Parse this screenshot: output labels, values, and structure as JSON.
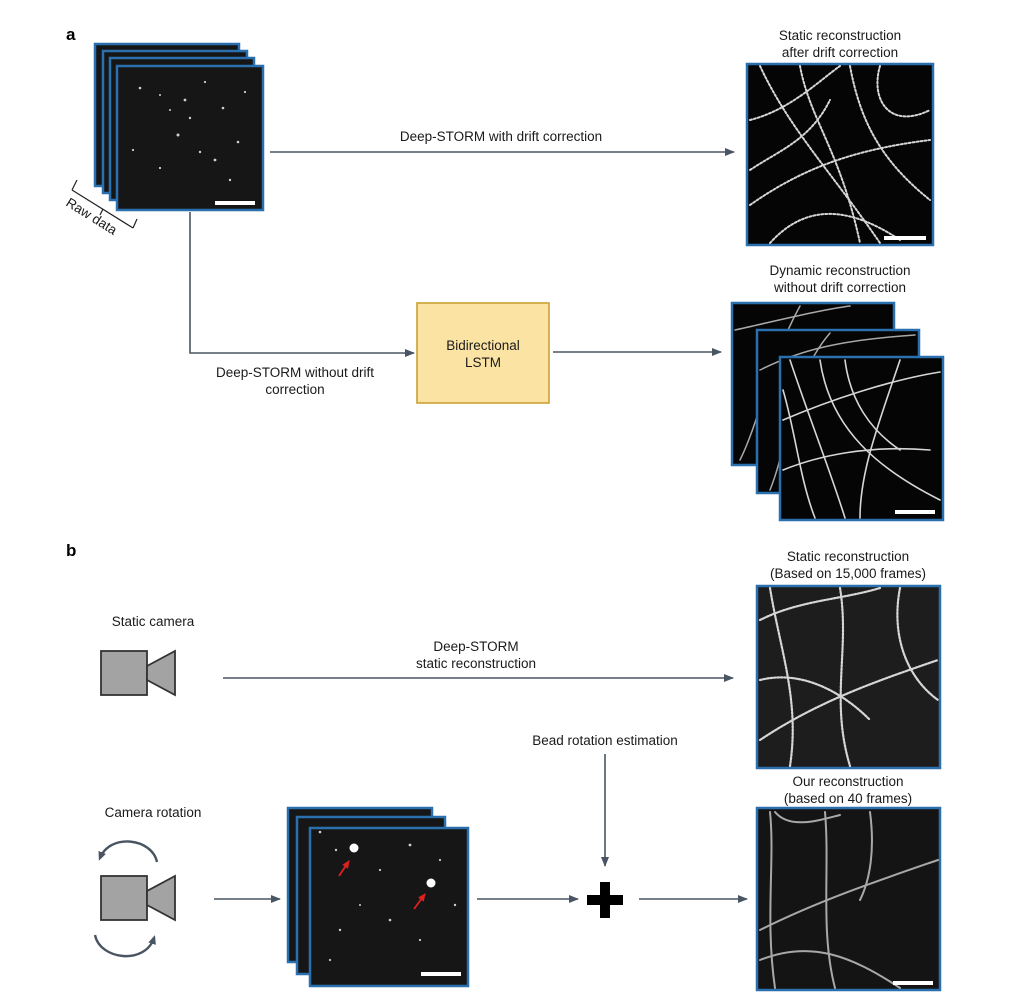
{
  "panel_a": {
    "label": "a",
    "raw_data_label": "Raw data",
    "static_title_1": "Static reconstruction",
    "static_title_2": "after drift correction",
    "arrow_top_label": "Deep-STORM with drift correction",
    "dynamic_title_1": "Dynamic reconstruction",
    "dynamic_title_2": "without drift correction",
    "lstm_1": "Bidirectional",
    "lstm_2": "LSTM",
    "arrow_bottom_label_1": "Deep-STORM without drift",
    "arrow_bottom_label_2": "correction"
  },
  "panel_b": {
    "label": "b",
    "static_camera": "Static camera",
    "camera_rotation": "Camera rotation",
    "deep_storm_1": "Deep-STORM",
    "deep_storm_2": "static reconstruction",
    "static_title_1": "Static reconstruction",
    "static_title_2": "(Based on 15,000 frames)",
    "bead_label": "Bead rotation estimation",
    "ours_title_1": "Our reconstruction",
    "ours_title_2": "(based on 40 frames)"
  },
  "colors": {
    "frame_border": "#2a6fae",
    "lstm_fill": "#fbe3a3",
    "lstm_border": "#c9a233",
    "arrow": "#4a5563",
    "bead_arrow": "#e0201e"
  },
  "icons": [
    "camera-icon",
    "rotate-arrows-icon",
    "plus-icon"
  ]
}
